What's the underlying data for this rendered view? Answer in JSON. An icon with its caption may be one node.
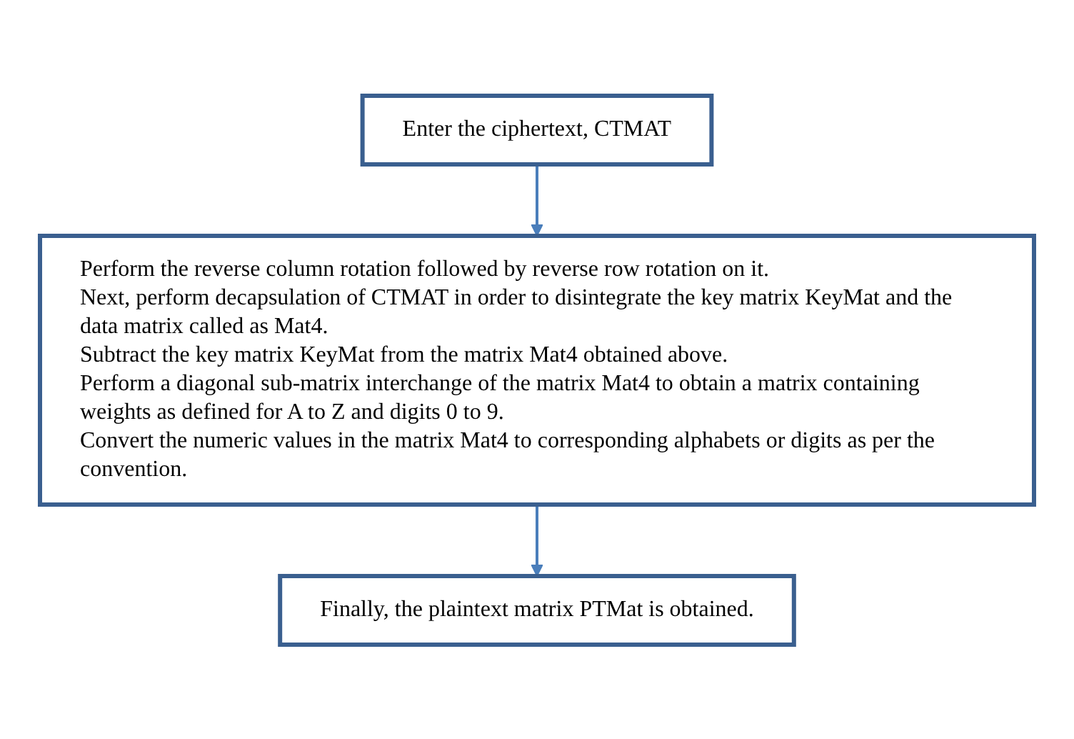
{
  "diagram": {
    "nodes": [
      {
        "text": [
          "Enter the ciphertext, CTMAT"
        ]
      },
      {
        "text": [
          "Perform the reverse column rotation followed by reverse row rotation on it.",
          "Next, perform decapsulation of CTMAT in order to disintegrate the key matrix KeyMat and the data matrix called as Mat4.",
          "Subtract the key matrix KeyMat from the matrix Mat4 obtained above.",
          "Perform a diagonal sub-matrix interchange of the matrix Mat4 to obtain a matrix containing weights as defined for A to Z and digits 0 to 9.",
          "Convert the numeric values in the matrix Mat4 to corresponding alphabets or digits as per the convention."
        ]
      },
      {
        "text": [
          "Finally, the plaintext matrix PTMat is obtained."
        ]
      }
    ],
    "edges": [
      {
        "from": 0,
        "to": 1,
        "arrow": "to"
      },
      {
        "from": 1,
        "to": 2,
        "arrow": "to"
      }
    ]
  }
}
